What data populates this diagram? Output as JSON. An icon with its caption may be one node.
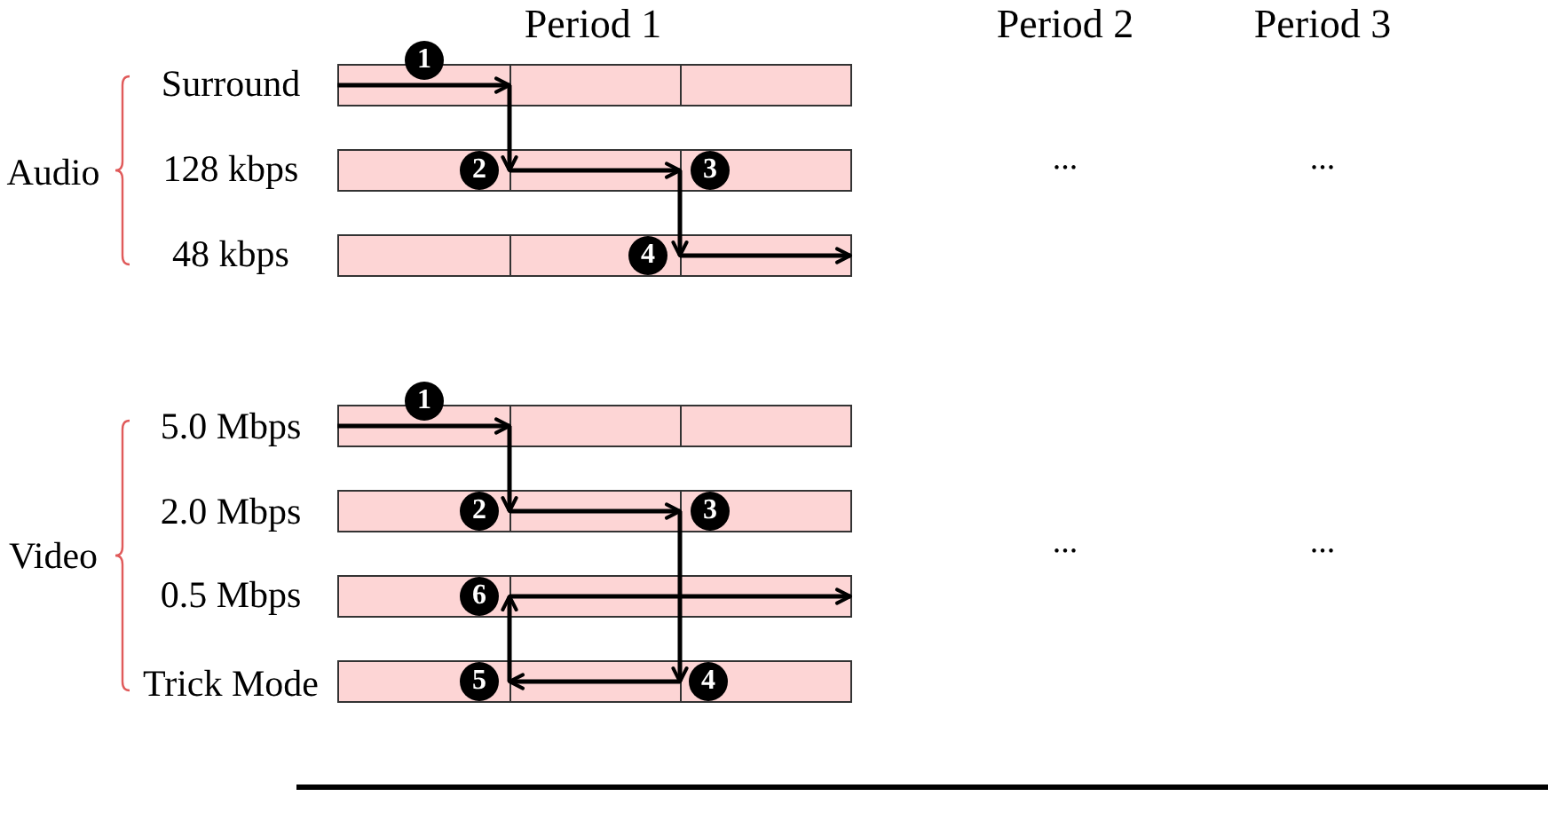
{
  "diagram": {
    "nodes": [
      {
        "text": [
          "1"
        ]
      },
      {
        "text": [],
        "shape": "box"
      },
      {
        "text": [],
        "shape": "box"
      },
      {
        "text": [],
        "shape": "box"
      },
      {
        "text": [],
        "shape": "box"
      },
      {
        "text": [
          "2"
        ],
        "in": 4
      },
      {
        "text": [],
        "shape": "box"
      },
      {
        "text": [],
        "shape": "box"
      },
      {
        "text": [
          "3"
        ],
        "in": 7
      },
      {
        "text": [],
        "shape": "box"
      },
      {
        "text": [],
        "shape": "box"
      },
      {
        "text": [
          "4"
        ],
        "in": 10
      },
      {
        "text": [],
        "shape": "box"
      },
      {
        "text": [
          "1"
        ]
      },
      {
        "text": [],
        "shape": "box"
      },
      {
        "text": [],
        "shape": "box"
      },
      {
        "text": [],
        "shape": "box"
      },
      {
        "text": [],
        "shape": "box"
      },
      {
        "text": [
          "2"
        ],
        "in": 17
      },
      {
        "text": [],
        "shape": "box"
      },
      {
        "text": [],
        "shape": "box"
      },
      {
        "text": [
          "3"
        ],
        "in": 20
      },
      {
        "text": [],
        "shape": "box"
      },
      {
        "text": [
          "6"
        ],
        "in": 22
      },
      {
        "text": [],
        "shape": "box"
      },
      {
        "text": [],
        "shape": "box"
      },
      {
        "text": [],
        "shape": "box"
      },
      {
        "text": [
          "5"
        ],
        "in": 26
      },
      {
        "text": [],
        "shape": "box"
      },
      {
        "text": [],
        "shape": "box"
      },
      {
        "text": [
          "4"
        ],
        "in": 29
      }
    ],
    "edges": [
      {
        "from": 1,
        "to": 2,
        "arrow": "to"
      },
      {
        "from": 1,
        "to": 6,
        "arrow": "to"
      },
      {
        "from": 6,
        "to": 7,
        "arrow": "to"
      },
      {
        "from": 6,
        "to": 12,
        "arrow": "to"
      },
      {
        "from": 10,
        "to": 12,
        "arrow": "to"
      },
      {
        "from": 14,
        "to": 15,
        "arrow": "to"
      },
      {
        "from": 14,
        "to": 19,
        "arrow": "to"
      },
      {
        "from": 19,
        "to": 20,
        "arrow": "to"
      },
      {
        "from": 19,
        "to": 29,
        "arrow": "to"
      },
      {
        "from": 29,
        "to": 28,
        "arrow": "to"
      },
      {
        "from": 28,
        "to": 24,
        "arrow": "to"
      },
      {
        "from": 24,
        "to": 25,
        "arrow": "to"
      }
    ],
    "labels": [
      "Period 1",
      "Period 2",
      "Period 3",
      "Audio",
      "Surround",
      "128 kbps",
      "...",
      "...",
      "48 kbps",
      "Video",
      "5.0 Mbps",
      "2.0 Mbps",
      "0.5 Mbps",
      "...",
      "...",
      "Trick Mode"
    ]
  }
}
